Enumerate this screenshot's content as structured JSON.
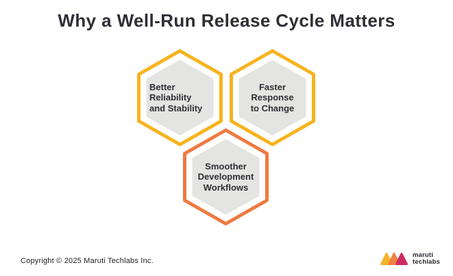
{
  "title": "Why a Well-Run Release Cycle Matters",
  "hexagons": [
    {
      "id": "better-reliability-and-stability",
      "lines": [
        "Better",
        "Reliability",
        "and Stability"
      ],
      "border_color": "#F7B31E"
    },
    {
      "id": "faster-response-to-change",
      "lines": [
        "Faster",
        "Response",
        "to Change"
      ],
      "border_color": "#F7B31E"
    },
    {
      "id": "smoother-development-workflows",
      "lines": [
        "Smoother",
        "Development",
        "Workflows"
      ],
      "border_color": "#EF7A42"
    }
  ],
  "colors": {
    "hex_inner_fill": "#E4E4E2",
    "hex_text": "#2E2E34",
    "title_text": "#2E2E36",
    "yellow_accent": "#F7B31E",
    "orange_accent": "#EF7A42"
  },
  "footer": {
    "copyright": "Copyright © 2025 Maruti Techlabs Inc.",
    "logo": {
      "line1": "maruti",
      "line2": "techlabs",
      "triangle_colors": [
        "#F6B42C",
        "#F0813F",
        "#CE2A62"
      ]
    }
  }
}
